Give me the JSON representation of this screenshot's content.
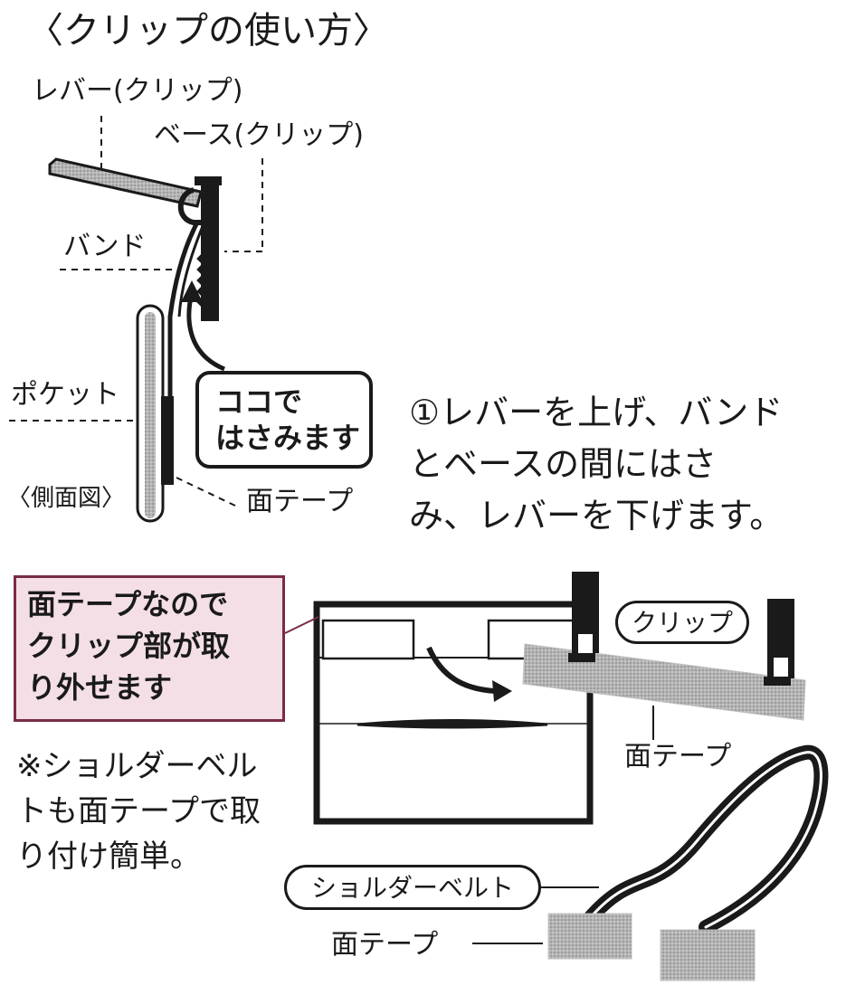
{
  "title": "〈クリップの使い方〉",
  "labels": {
    "lever": "レバー(クリップ)",
    "base": "ベース(クリップ)",
    "band": "バンド",
    "pocket": "ポケット",
    "side_view": "〈側面図〉",
    "face_tape": "面テープ"
  },
  "callout": {
    "line1": "ココで",
    "line2": "はさみます"
  },
  "instruction": {
    "line1": "①レバーを上げ、バンド",
    "line2": "とベースの間にはさ",
    "line3": "み、レバーを下げます。"
  },
  "note_box": {
    "line1": "面テープなので",
    "line2": "クリップ部が取",
    "line3": "り外せます"
  },
  "note": {
    "line1": "※ショルダーベル",
    "line2": "トも面テープで取",
    "line3": "り付け簡単。"
  },
  "bottom_labels": {
    "clip": "クリップ",
    "face_tape_upper": "面テープ",
    "shoulder_belt": "ショルダーベルト",
    "face_tape_lower": "面テープ"
  },
  "colors": {
    "ink": "#1a1a1a",
    "tape_gray": "#a9a9a9",
    "note_fill": "#f3dfe5",
    "note_border": "#7a2b45"
  }
}
